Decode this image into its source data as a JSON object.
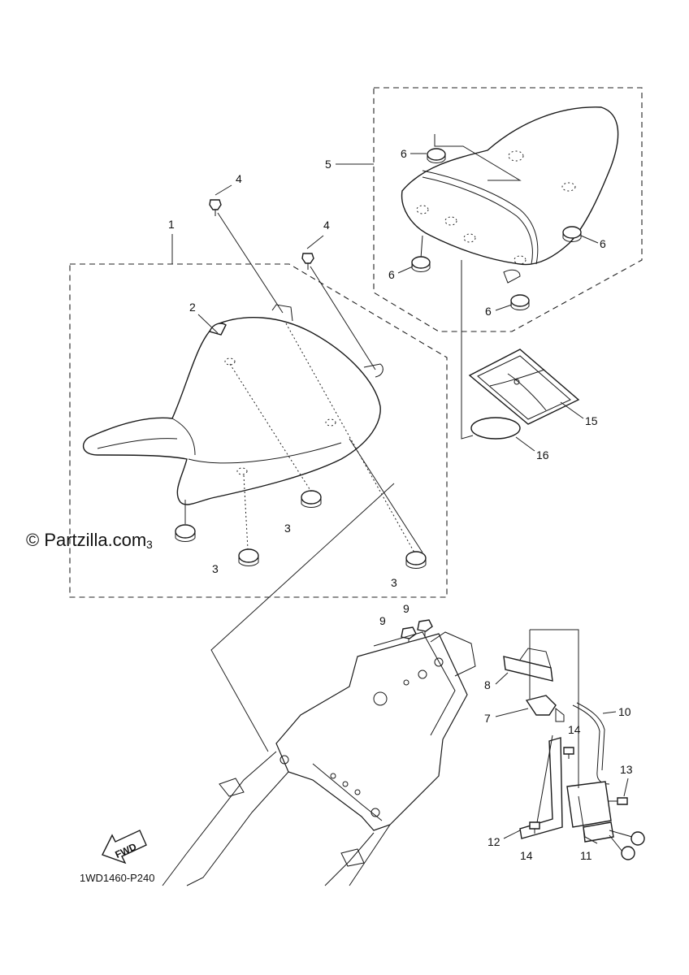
{
  "watermark": "© Partzilla.com",
  "diagram_code": "1WD1460-P240",
  "fwd_label": "FWD",
  "callouts": {
    "c1": "1",
    "c2": "2",
    "c3a": "3",
    "c3b": "3",
    "c3c": "3",
    "c3d": "3",
    "c4a": "4",
    "c4b": "4",
    "c5": "5",
    "c6a": "6",
    "c6b": "6",
    "c6c": "6",
    "c6d": "6",
    "c7": "7",
    "c8": "8",
    "c9a": "9",
    "c9b": "9",
    "c10": "10",
    "c11": "11",
    "c12": "12",
    "c13": "13",
    "c14a": "14",
    "c14b": "14",
    "c15": "15",
    "c16": "16"
  }
}
